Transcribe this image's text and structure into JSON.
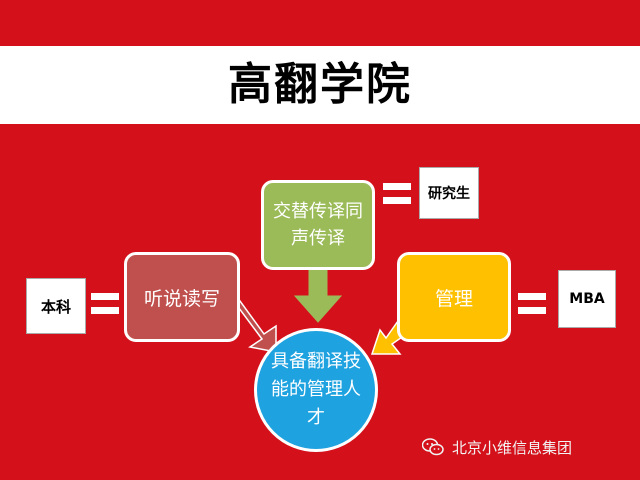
{
  "title": "高翻学院",
  "nodes": {
    "undergrad": "本科",
    "listening": "听说读写",
    "interpreting": "交替传译同声传译",
    "postgrad": "研究生",
    "management": "管理",
    "mba": "MBA",
    "center": "具备翻译技能的管理人才"
  },
  "watermark": "北京小维信息集团",
  "colors": {
    "background": "#d4111b",
    "listening": "#c0504d",
    "interpreting": "#9bbb59",
    "management": "#ffc000",
    "center": "#1fa2e0"
  },
  "icons": {
    "watermark": "wechat-icon"
  }
}
